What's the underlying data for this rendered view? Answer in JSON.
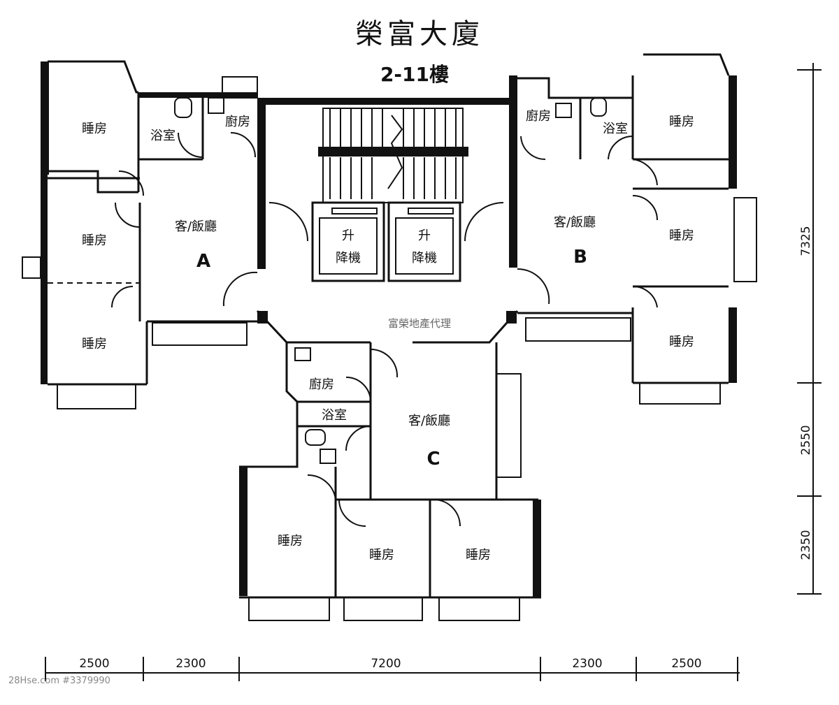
{
  "title": "榮富大廈",
  "floors": "2-11樓",
  "agent_text": "富榮地產代理",
  "footer_text": "28Hse.com #3379990",
  "rooms": {
    "a_bed1": "睡房",
    "a_bath": "浴室",
    "a_kitchen": "廚房",
    "a_bed2": "睡房",
    "a_living": "客/飯廳",
    "a_bed3": "睡房",
    "a_letter": "A",
    "lift1_a": "升",
    "lift1_b": "降機",
    "lift2_a": "升",
    "lift2_b": "降機",
    "b_kitchen": "廚房",
    "b_bath": "浴室",
    "b_bed1": "睡房",
    "b_living": "客/飯廳",
    "b_bed2": "睡房",
    "b_letter": "B",
    "b_bed3": "睡房",
    "c_kitchen": "廚房",
    "c_bath": "浴室",
    "c_living": "客/飯廳",
    "c_letter": "C",
    "c_bed1": "睡房",
    "c_bed2": "睡房",
    "c_bed3": "睡房"
  },
  "dimensions": {
    "bottom": [
      "2500",
      "2300",
      "7200",
      "2300",
      "2500"
    ],
    "right": [
      "7325",
      "2550",
      "2350"
    ]
  }
}
